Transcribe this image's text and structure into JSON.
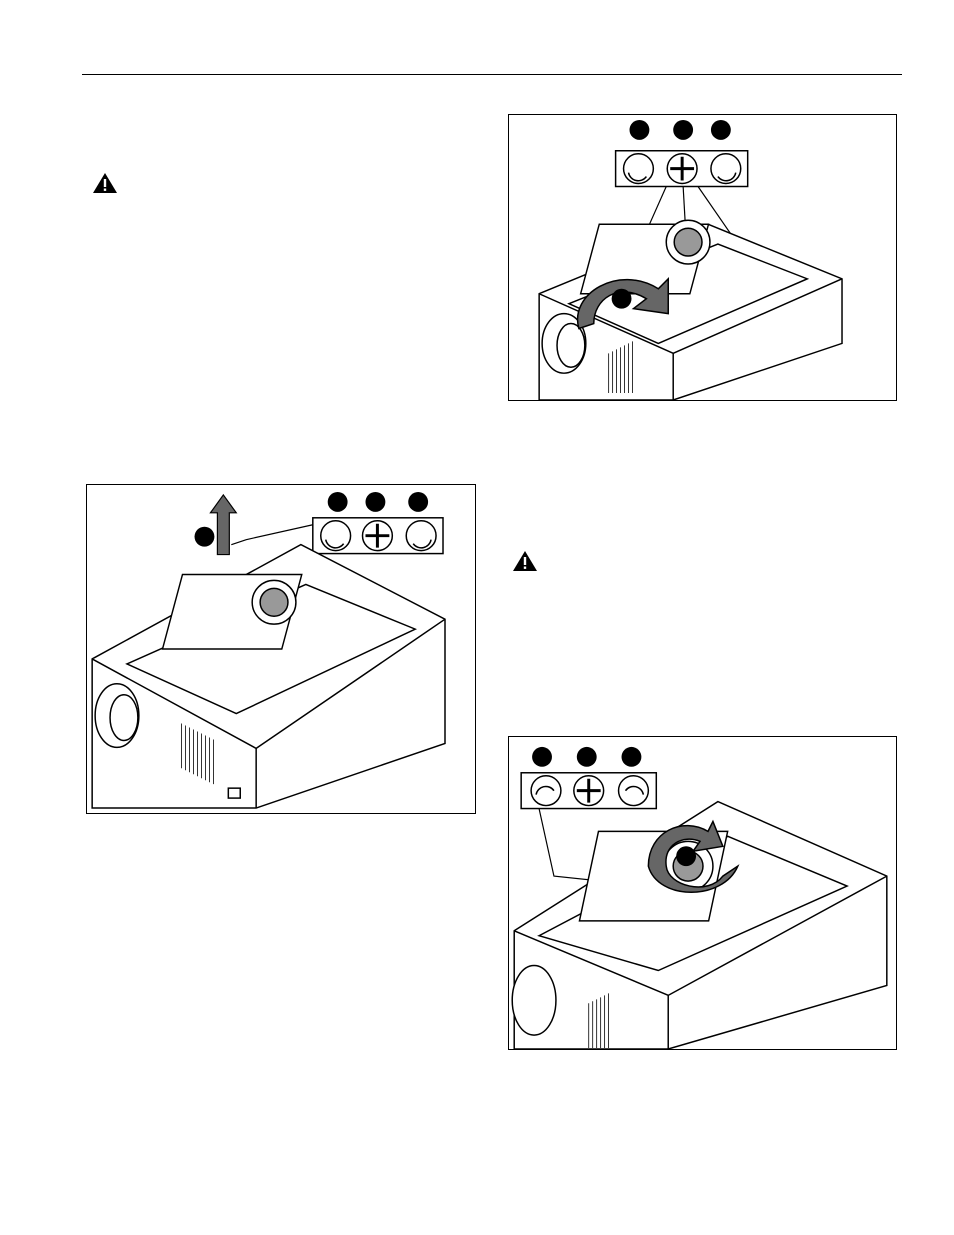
{
  "page": {
    "header_rule": true,
    "warnings": [
      {
        "icon": "warning-triangle-icon"
      },
      {
        "icon": "warning-triangle-icon"
      }
    ],
    "figures": [
      {
        "name": "figure-roll-adjust",
        "icons": [
          "roll-left-icon",
          "move-cross-icon",
          "roll-right-icon"
        ]
      },
      {
        "name": "figure-height-adjust",
        "icons": [
          "roll-left-icon",
          "move-cross-icon",
          "roll-right-icon"
        ]
      },
      {
        "name": "figure-yaw-adjust",
        "icons": [
          "curl-left-icon",
          "move-cross-icon",
          "curl-right-icon"
        ]
      }
    ]
  }
}
